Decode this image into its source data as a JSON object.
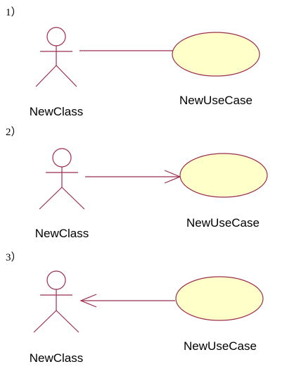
{
  "colors": {
    "line": "#9b2d4f",
    "usecase_fill": "#ffffc9",
    "background": "#ffffff",
    "text": "#000000"
  },
  "sections": [
    {
      "marker": "1）",
      "actor_label": "NewClass",
      "usecase_label": "NewUseCase",
      "association": "plain-line"
    },
    {
      "marker": "2）",
      "actor_label": "NewClass",
      "usecase_label": "NewUseCase",
      "association": "arrow-to-usecase"
    },
    {
      "marker": "3）",
      "actor_label": "NewClass",
      "usecase_label": "NewUseCase",
      "association": "arrow-to-actor"
    }
  ]
}
